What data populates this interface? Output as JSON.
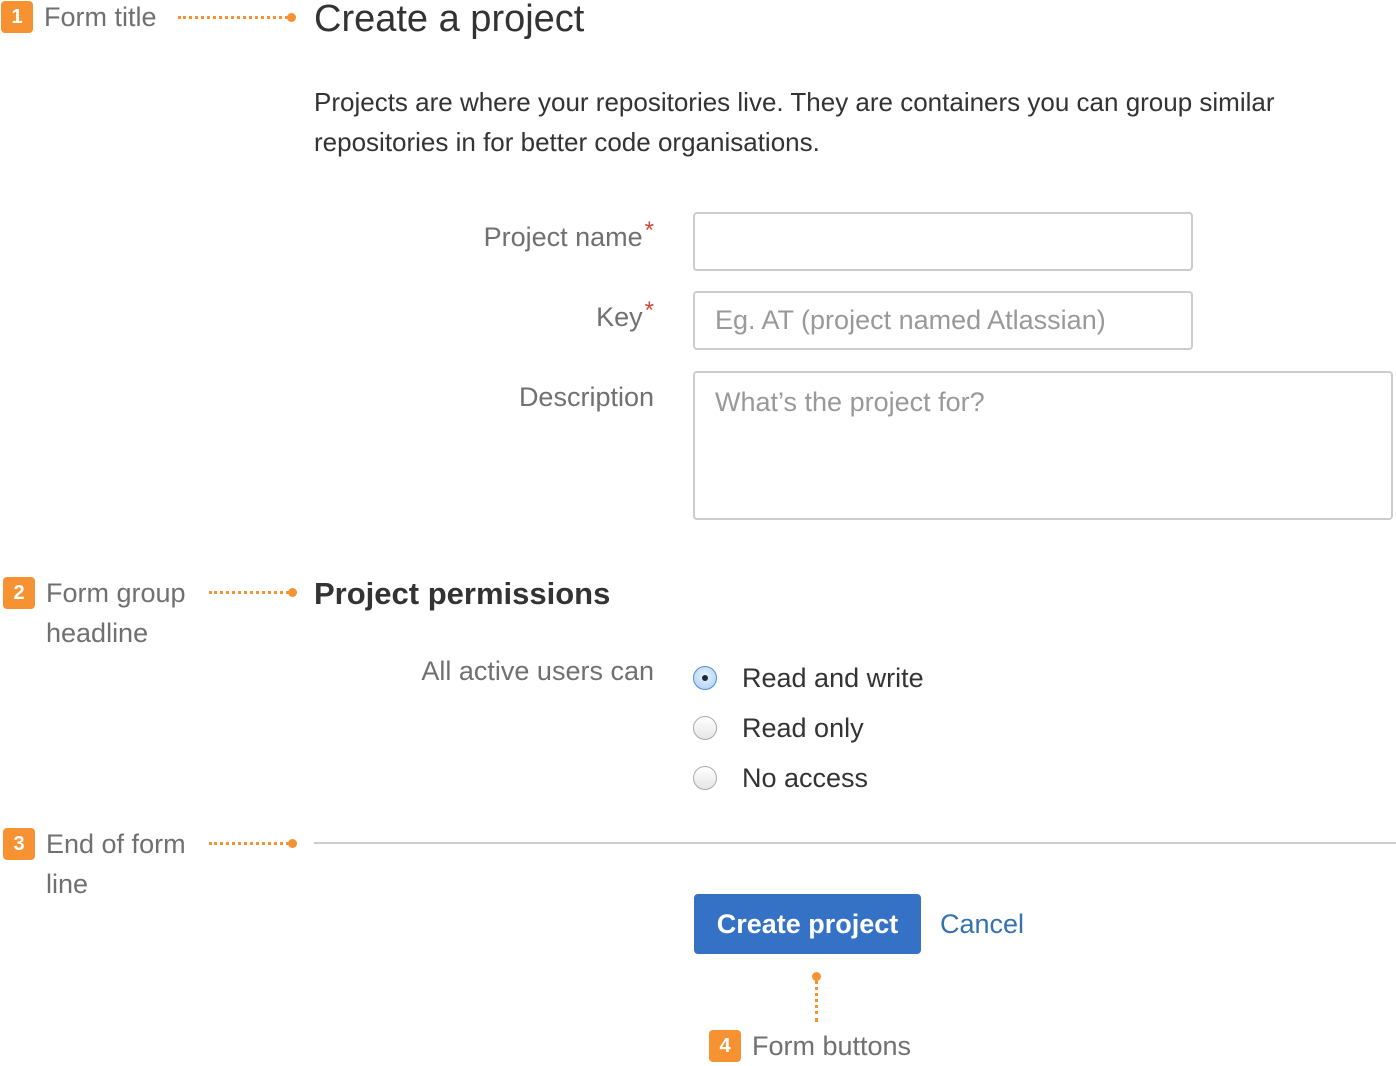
{
  "annotations": [
    {
      "number": "1",
      "label": "Form title"
    },
    {
      "number": "2",
      "label_line1": "Form group",
      "label_line2": "headline"
    },
    {
      "number": "3",
      "label_line1": "End of form",
      "label_line2": "line"
    },
    {
      "number": "4",
      "label": "Form buttons"
    }
  ],
  "accent_color": "#f79232",
  "form": {
    "title": "Create a project",
    "description": "Projects are where your repositories live. They are containers you can group similar repositories in for better code organisations.",
    "fields": {
      "project_name": {
        "label": "Project name",
        "required_marker": "*",
        "value": "",
        "placeholder": ""
      },
      "key": {
        "label": "Key",
        "required_marker": "*",
        "value": "",
        "placeholder": "Eg. AT (project named Atlassian)"
      },
      "description": {
        "label": "Description",
        "value": "",
        "placeholder": "What’s the project for?"
      }
    },
    "permissions": {
      "headline": "Project permissions",
      "label": "All active users can",
      "options": [
        {
          "label": "Read and write",
          "checked": true
        },
        {
          "label": "Read only",
          "checked": false
        },
        {
          "label": "No access",
          "checked": false
        }
      ]
    },
    "buttons": {
      "submit_label": "Create project",
      "cancel_label": "Cancel",
      "primary_color": "#3572c6",
      "link_color": "#3572b0"
    }
  }
}
